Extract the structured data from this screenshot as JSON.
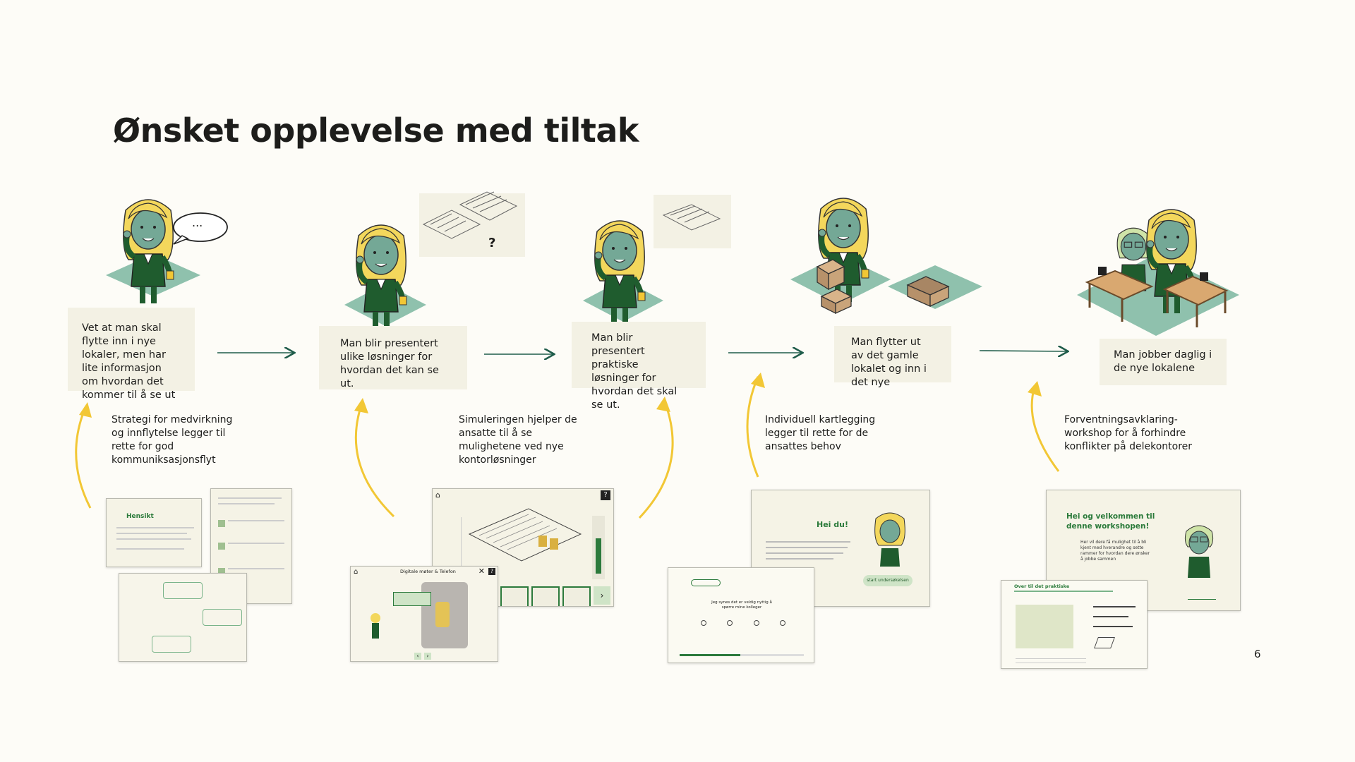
{
  "title": "Ønsket opplevelse med tiltak",
  "page_number": "6",
  "speech_bubble": "...",
  "question_mark": "?",
  "stages": [
    {
      "text": "Vet at  man skal flytte inn i nye lokaler, men har lite informasjon om hvordan det kommer til å se ut"
    },
    {
      "text": "Man blir presentert ulike løsninger for hvordan det kan se ut."
    },
    {
      "text": "Man blir presentert praktiske løsninger for hvordan det skal se ut."
    },
    {
      "text": "Man flytter ut av det gamle lokalet og inn i det nye"
    },
    {
      "text": "Man jobber daglig i de nye lokalene"
    }
  ],
  "measures": [
    {
      "text": "Strategi for medvirkning og innflytelse legger til rette for god kommuniksasjonsflyt"
    },
    {
      "text": "Simuleringen hjelper de ansatte til å se mulighetene ved nye kontorløsninger"
    },
    {
      "text": "Individuell kartlegging legger til rette for de ansattes behov"
    },
    {
      "text": "Forventningsavklaring-workshop for å forhindre konflikter på delekontorer"
    }
  ],
  "thumbs": {
    "strategy_logo": "Hensikt",
    "simulation_header": "Digitale møter & Telefon",
    "survey_greeting": "Hei du!",
    "survey_button": "start undersøkelsen",
    "survey_question": "Jeg synes det er veldig nyttig å spørre mine kolleger",
    "workshop_title": "Hei og velkommen til denne workshopen!",
    "workshop_body": "Her vil dere få mulighet til å bli kjent med hverandre og sette rammer for hvordan dere ønsker å jobbe sammen",
    "workshop_practical": "Over til det praktiske"
  },
  "colors": {
    "accent_green": "#1f5c4a",
    "arrow_yellow": "#f2c735",
    "teal_floor": "#8fc1ad",
    "card_bg": "#f3f1e4"
  },
  "icons": [
    "home-icon",
    "help-icon",
    "close-icon",
    "arrow-right-icon",
    "arrow-left-icon"
  ]
}
